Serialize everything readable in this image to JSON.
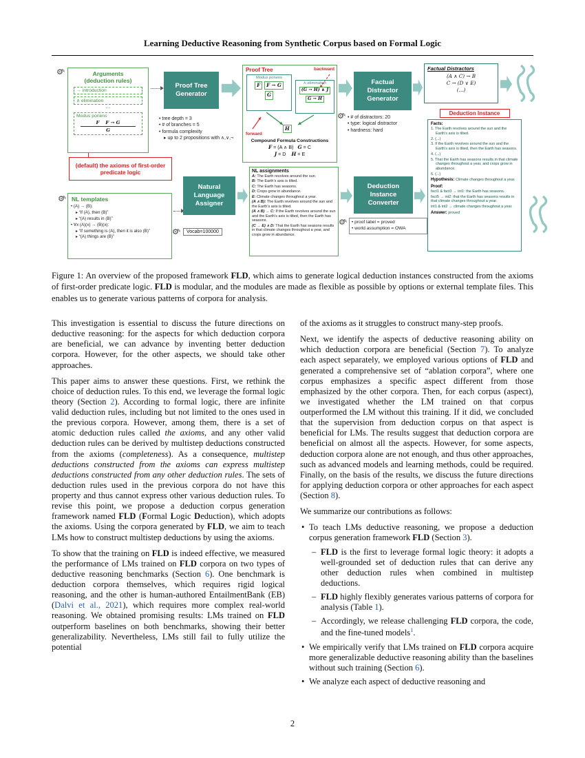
{
  "header": {
    "running_title": "Learning Deductive Reasoning from Synthetic Corpus based on Formal Logic"
  },
  "figure": {
    "icons": {
      "gear": "⚙",
      "pen": "✎"
    },
    "arguments": {
      "title1": "Arguments",
      "title2": "(deduction rules)",
      "rule1": "→ introduction",
      "rule2": "∧ elimination",
      "dots": "···",
      "rule3": "Modus ponens",
      "mp_p1": "F",
      "mp_p2": "F → G",
      "mp_c": "G"
    },
    "ptg": {
      "label": "Proof Tree Generator"
    },
    "gen_options": [
      {
        "t": "tree depth = 3"
      },
      {
        "t": "# of branches = 5"
      },
      {
        "t": "formula complexity"
      },
      {
        "t": "up to 2 propositions with ∧,∨,¬",
        "cls": "sub"
      }
    ],
    "axioms": {
      "text": "(default) the axioms of first-order predicate logic"
    },
    "nl_templates": {
      "title": "NL templates",
      "items": [
        {
          "t": "(A) → (B):"
        },
        {
          "t": "“if (A), then (B)”",
          "cls": "sub"
        },
        {
          "t": "“(A) results in (B)”",
          "cls": "sub"
        },
        {
          "t": "∀x (A)(x) → (B)(x):"
        },
        {
          "t": "“if something is (A), then it is also (B)”",
          "cls": "sub"
        },
        {
          "t": "“(A) things are (B)”",
          "cls": "sub"
        }
      ]
    },
    "nla": {
      "label": "Natural Language Assigner"
    },
    "vocab": {
      "label": "Vocab=100000"
    },
    "proof_tree": {
      "title": "Proof Tree",
      "backward": "backward",
      "forward": "forward",
      "mp_label": "Modus ponens",
      "ae_label": "∧-elimination",
      "f": "F",
      "fg": "F → G",
      "g": "G",
      "ghj": "(G → H) ∧ J",
      "gh": "G → H",
      "h": "H"
    },
    "cfc": {
      "title": "Compound Formula Constructions",
      "line1": [
        {
          "t": "F",
          "cal": 1
        },
        {
          "t": " = (A ∧ B)   "
        },
        {
          "t": "G",
          "cal": 1
        },
        {
          "t": " = C"
        }
      ],
      "line2": [
        {
          "t": "J",
          "cal": 1
        },
        {
          "t": " = D    "
        },
        {
          "t": "H",
          "cal": 1
        },
        {
          "t": " = E"
        }
      ]
    },
    "fdg": {
      "label": "Factual Distractor Generator"
    },
    "distractor_options": [
      {
        "t": "# of distractors: 20"
      },
      {
        "t": "type: logical distractor"
      },
      {
        "t": "hardness: hard"
      }
    ],
    "factual_distractors": {
      "title": "Factual Distractors",
      "lines": [
        "(A ∧ C) → B",
        "C → (D ∨ E)",
        "(...)"
      ]
    },
    "nl_assignments": {
      "title": "NL assignments",
      "items": [
        {
          "seg": [
            {
              "t": "A: ",
              "b": 1,
              "i": 1
            },
            {
              "t": "The Earth revolves around the sun."
            }
          ]
        },
        {
          "seg": [
            {
              "t": "B: ",
              "b": 1,
              "i": 1
            },
            {
              "t": "The Earth’s axis is tilted."
            }
          ]
        },
        {
          "seg": [
            {
              "t": "C: ",
              "b": 1,
              "i": 1
            },
            {
              "t": "The Earth has seasons."
            }
          ]
        },
        {
          "seg": [
            {
              "t": "D: ",
              "b": 1,
              "i": 1
            },
            {
              "t": "Crops grow in abundance."
            }
          ]
        },
        {
          "seg": [
            {
              "t": "E: ",
              "b": 1,
              "i": 1
            },
            {
              "t": "Climate changes throughout a year."
            }
          ]
        },
        {
          "seg": [
            {
              "t": "(A ∧ B): ",
              "b": 1,
              "i": 1
            },
            {
              "t": "The Earth revolves around the sun and the Earth’s axis is tilted."
            }
          ]
        },
        {
          "seg": [
            {
              "t": "(A ∧ B) → C: ",
              "b": 1,
              "i": 1
            },
            {
              "t": "If the Earth revolves around the sun and the Earth’s axis is tilted, then the Earth has seasons."
            }
          ]
        },
        {
          "seg": [
            {
              "t": "(C → E) ∧ D: ",
              "b": 1,
              "i": 1
            },
            {
              "t": "That the Earth has seasons results in that climate changes throughout a year, and crops grow in abundance."
            }
          ]
        }
      ]
    },
    "dic": {
      "label": "Deduction Instance Converter"
    },
    "converter_options": [
      {
        "t": "proof label = proved"
      },
      {
        "t": "world assumption = OWA"
      }
    ],
    "deduction_instance": {
      "title": "Deduction Instance",
      "facts_label": "Facts:",
      "facts": [
        "1. The Earth revolves around the sun and the Earth’s axis is tilted.",
        "2. (...)",
        "3. If the Earth revolves around the sun and the Earth’s axis is tilted, then the Earth has seasons.",
        "4. (...)",
        "5. That the Earth has seasons results in that climate changes throughout a year, and crops grow in abundance.",
        "6. (...)"
      ],
      "hyp_label": "Hypothesis:",
      "hypothesis": "Climate changes throughout a year.",
      "proof_label": "Proof:",
      "proof": [
        "fact1 & fact3 → int1: the Earth has seasons.",
        "fact5 → int2: that the Earth has seasons results in that climate changes throughout a year.",
        "int1 & int2 → climate changes throughout a year."
      ],
      "answer_label": "Answer:",
      "answer": "proved"
    }
  },
  "caption": {
    "segments": [
      {
        "t": "Figure 1: An overview of the proposed framework "
      },
      {
        "t": "FLD",
        "b": 1
      },
      {
        "t": ", which aims to generate logical deduction instances constructed from the axioms of first-order predicate logic. "
      },
      {
        "t": "FLD",
        "b": 1
      },
      {
        "t": " is modular, and the modules are made as flexible as possible by options or external template files. This enables us to generate various patterns of corpora for analysis."
      }
    ]
  },
  "body": {
    "left": [
      {
        "seg": [
          {
            "t": "This investigation is essential to discuss the future directions on deductive reasoning: for the aspects for which deduction corpora are beneficial, we can advance by inventing better deduction corpora. However, for the other aspects, we should take other approaches."
          }
        ]
      },
      {
        "seg": [
          {
            "t": "This paper aims to answer these questions. First, we rethink the choice of deduction rules. To this end, we leverage the formal logic theory (Section "
          },
          {
            "t": "2",
            "l": 1
          },
          {
            "t": "). According to formal logic, there are infinite valid deduction rules, including but not limited to the ones used in the previous corpora. However, among them, there is a set of atomic deduction rules called "
          },
          {
            "t": "the axioms",
            "i": 1
          },
          {
            "t": ", and any other valid deduction rules can be derived by multistep deductions constructed from the axioms ("
          },
          {
            "t": "completeness",
            "i": 1
          },
          {
            "t": "). As a consequence, "
          },
          {
            "t": "multistep deductions constructed from the axioms can express multistep deductions constructed from any other deduction rules",
            "i": 1
          },
          {
            "t": ". The sets of deduction rules used in the previous corpora do not have this property and thus cannot express other various deduction rules. To revise this point, we propose a deduction corpus generation framework named "
          },
          {
            "t": "FLD",
            "b": 1
          },
          {
            "t": " ("
          },
          {
            "t": "F",
            "b": 1
          },
          {
            "t": "ormal "
          },
          {
            "t": "L",
            "b": 1
          },
          {
            "t": "ogic "
          },
          {
            "t": "D",
            "b": 1
          },
          {
            "t": "eduction), which adopts the axioms. Using the corpora generated by "
          },
          {
            "t": "FLD",
            "b": 1
          },
          {
            "t": ", we aim to teach LMs how to construct multistep deductions by using the axioms."
          }
        ]
      },
      {
        "seg": [
          {
            "t": "To show that the training on "
          },
          {
            "t": "FLD",
            "b": 1
          },
          {
            "t": " is indeed effective, we measured the performance of LMs trained on "
          },
          {
            "t": "FLD",
            "b": 1
          },
          {
            "t": " corpora on two types of deductive reasoning benchmarks (Section "
          },
          {
            "t": "6",
            "l": 1
          },
          {
            "t": "). One benchmark is deduction corpora themselves, which requires rigid logical reasoning, and the other is human-authored EntailmentBank (EB) ("
          },
          {
            "t": "Dalvi et al., 2021",
            "l": 1
          },
          {
            "t": "), which requires more complex real-world reasoning. We obtained promising results: LMs trained on "
          },
          {
            "t": "FLD",
            "b": 1
          },
          {
            "t": " outperform baselines on both benchmarks, showing their better generalizability. Nevertheless, LMs still fail to fully utilize the potential"
          }
        ]
      }
    ],
    "right": [
      {
        "seg": [
          {
            "t": "of the axioms as it struggles to construct many-step proofs."
          }
        ]
      },
      {
        "seg": [
          {
            "t": "Next, we identify the aspects of deductive reasoning ability on which deduction corpora are beneficial (Section "
          },
          {
            "t": "7",
            "l": 1
          },
          {
            "t": "). To analyze each aspect separately, we employed various options of "
          },
          {
            "t": "FLD",
            "b": 1
          },
          {
            "t": " and generated a comprehensive set of “ablation corpora”, where one corpus emphasizes a specific aspect different from those emphasized by the other corpora. Then, for each corpus (aspect), we investigated whether the LM trained on that corpus outperformed the LM without this training. If it did, we concluded that the supervision from deduction corpus on that aspect is beneficial for LMs. The results suggest that deduction corpora are beneficial on almost all the aspects. However, for some aspects, deduction corpora alone are not enough, and thus other approaches, such as advanced models and learning methods, could be required. Finally, on the basis of the results, we discuss the future directions for applying deduction corpora or other approaches for each aspect (Section "
          },
          {
            "t": "8",
            "l": 1
          },
          {
            "t": ")."
          }
        ]
      },
      {
        "seg": [
          {
            "t": "We summarize our contributions as follows:"
          }
        ]
      }
    ],
    "bullets": [
      {
        "seg": [
          {
            "t": "To teach LMs deductive reasoning, we propose a deduction corpus generation framework "
          },
          {
            "t": "FLD",
            "b": 1
          },
          {
            "t": " (Section "
          },
          {
            "t": "3",
            "l": 1
          },
          {
            "t": ")."
          }
        ]
      },
      {
        "seg": [
          {
            "t": "FLD",
            "b": 1
          },
          {
            "t": " is the first to leverage formal logic theory: it adopts a well-grounded set of deduction rules that can derive any other deduction rules when combined in multistep deductions."
          }
        ]
      },
      {
        "seg": [
          {
            "t": "FLD",
            "b": 1
          },
          {
            "t": " highly flexibly generates various patterns of corpora for analysis (Table "
          },
          {
            "t": "1",
            "l": 1
          },
          {
            "t": ")."
          }
        ]
      },
      {
        "seg": [
          {
            "t": "Accordingly, we release challenging "
          },
          {
            "t": "FLD",
            "b": 1
          },
          {
            "t": " corpora, the code, and the fine-tuned models"
          },
          {
            "t": "1",
            "l": 1,
            "sup": 1
          },
          {
            "t": "."
          }
        ]
      },
      {
        "seg": [
          {
            "t": "We empirically verify that LMs trained on "
          },
          {
            "t": "FLD",
            "b": 1
          },
          {
            "t": " corpora acquire more generalizable deductive reasoning ability than the baselines without such training (Section "
          },
          {
            "t": "6",
            "l": 1
          },
          {
            "t": ")."
          }
        ]
      },
      {
        "seg": [
          {
            "t": "We analyze each aspect of deductive reasoning and"
          }
        ]
      }
    ]
  },
  "footer": {
    "page_number": "2"
  }
}
